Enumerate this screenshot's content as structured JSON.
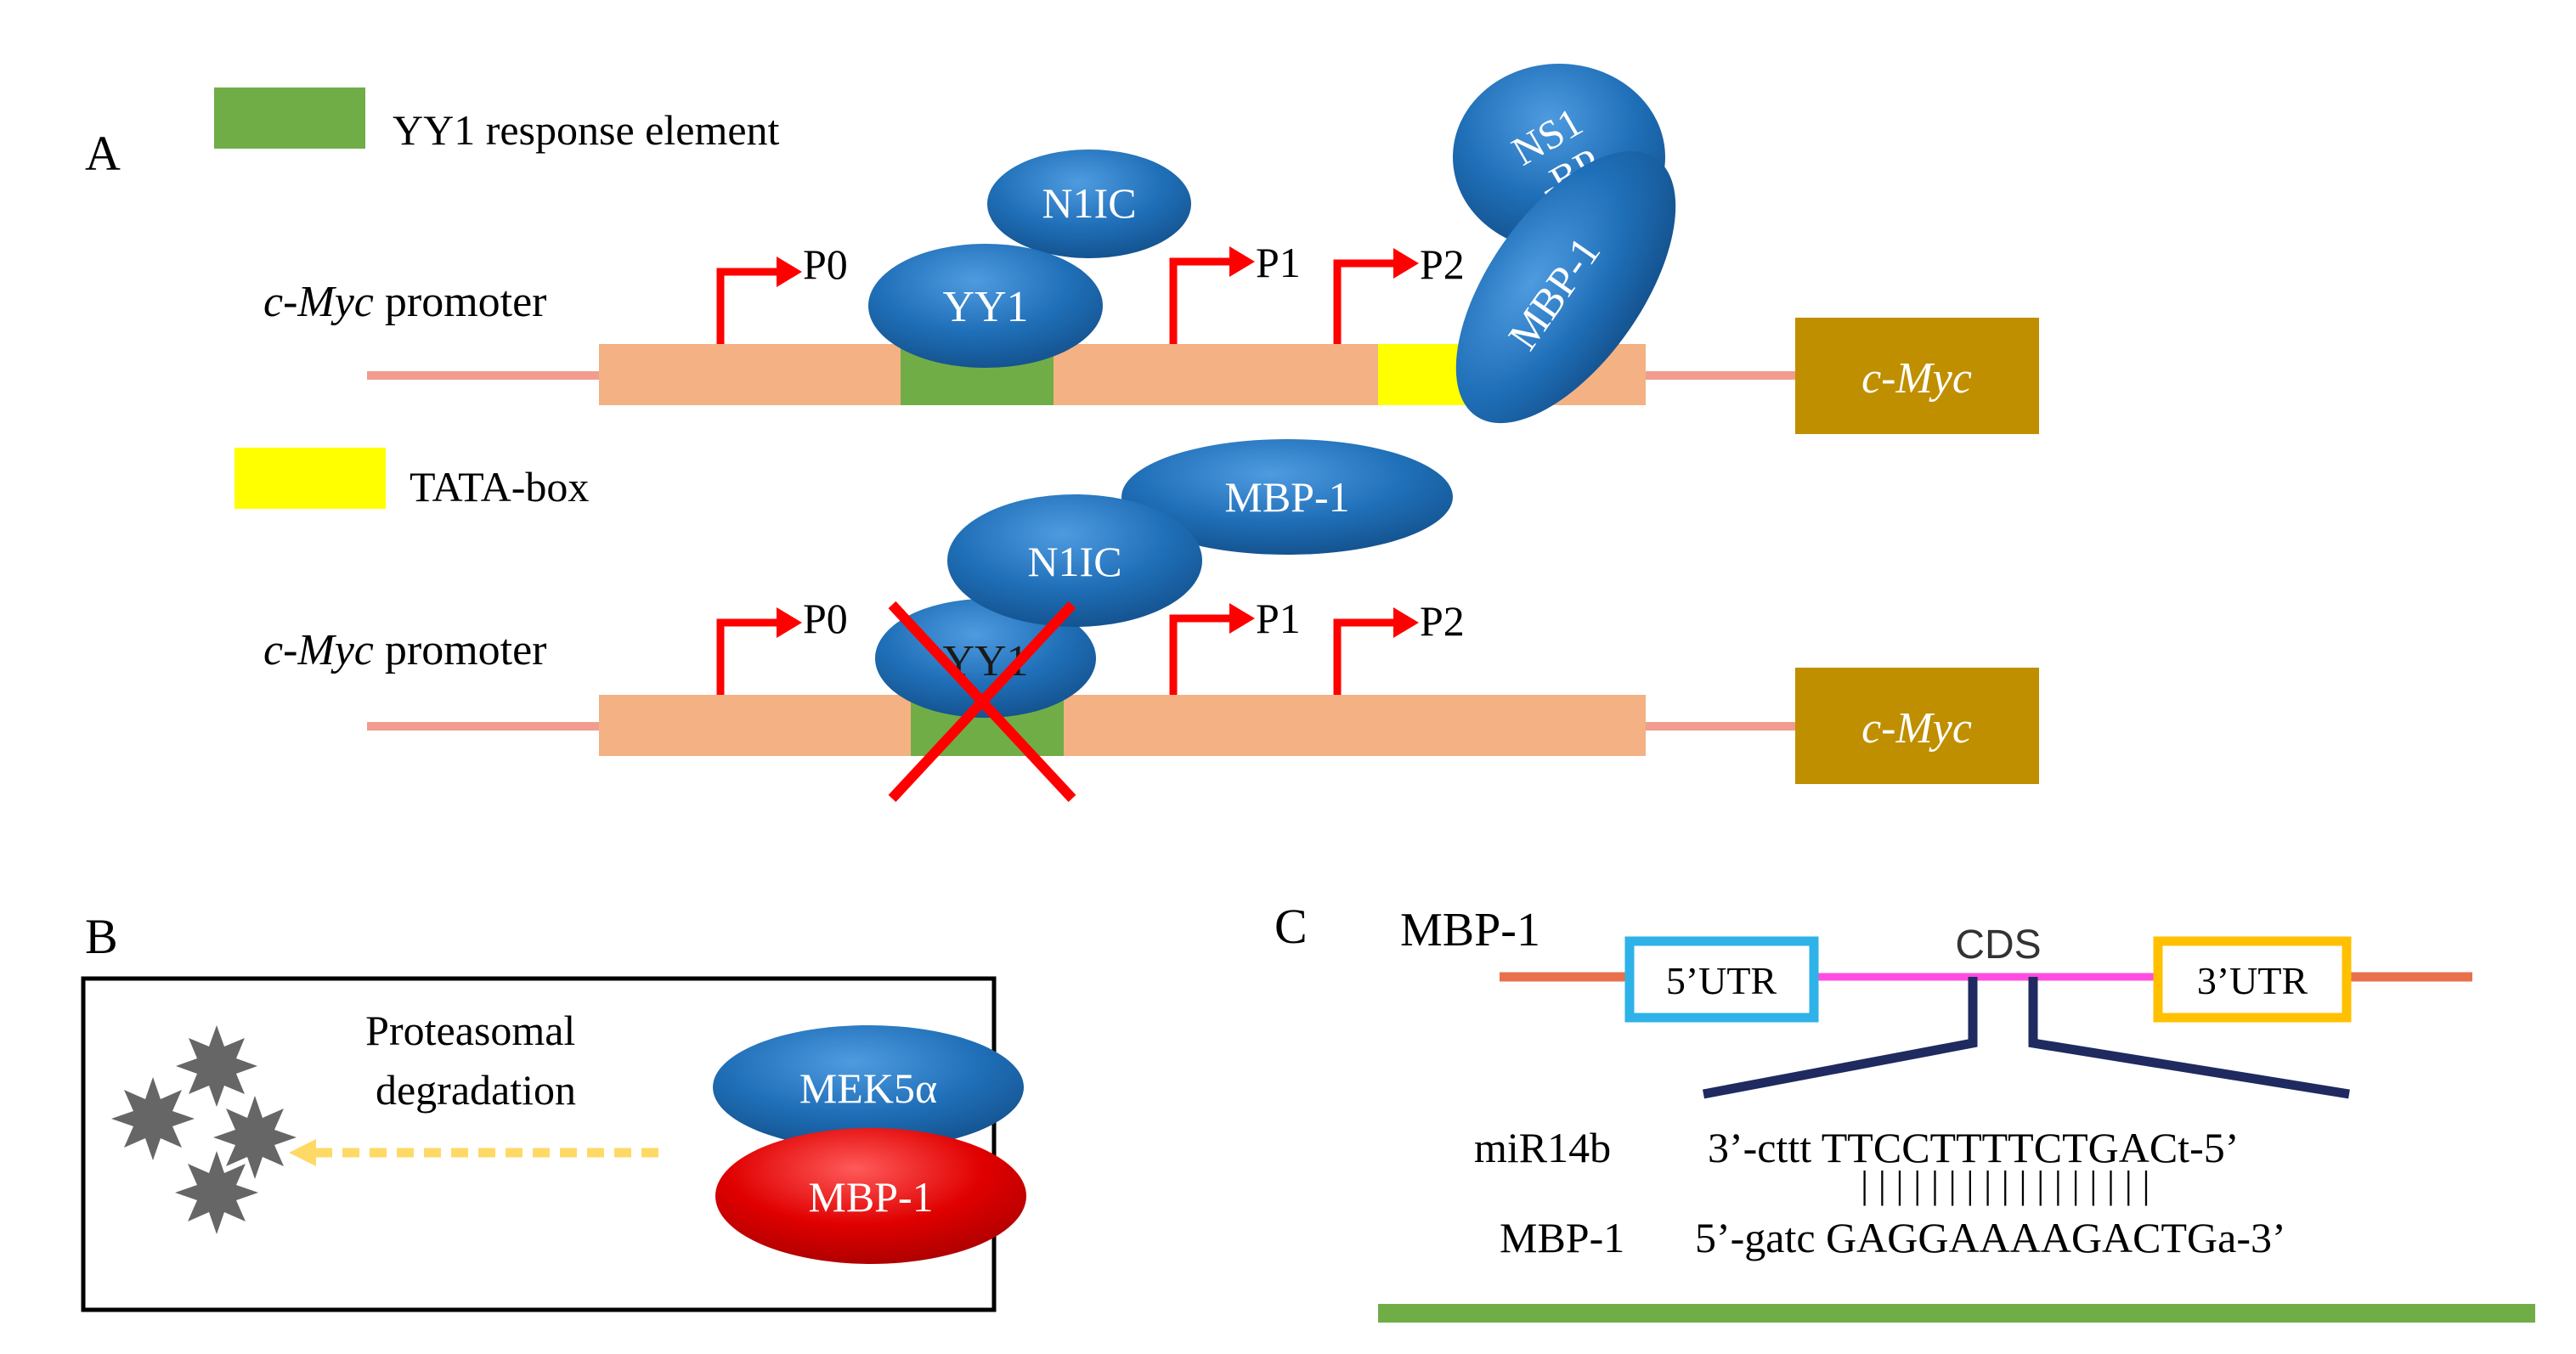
{
  "panel_labels": {
    "a": "A",
    "b": "B",
    "c": "C"
  },
  "legend": {
    "yy1_response_element": "YY1 response element",
    "tata_box": "TATA-box"
  },
  "panel_a": {
    "promoter_label_italic": "c-Myc",
    "promoter_label_rest": " promoter",
    "gene_label": "c-Myc",
    "promoters": [
      "P0",
      "P1",
      "P2"
    ],
    "top_proteins": {
      "n1ic": "N1IC",
      "yy1": "YY1",
      "ns1bp_line1": "NS1",
      "ns1bp_line2": "-BP",
      "mbp1": "MBP-1"
    },
    "bottom_proteins": {
      "mbp1": "MBP-1",
      "n1ic": "N1IC",
      "yy1": "YY1"
    }
  },
  "panel_b": {
    "degradation_line1": "Proteasomal",
    "degradation_line2": "degradation",
    "mek5a": "MEK5α",
    "mbp1": "MBP-1"
  },
  "panel_c": {
    "gene": "MBP-1",
    "utr5": "5’UTR",
    "cds": "CDS",
    "utr3": "3’UTR",
    "mirna_label": "miR14b",
    "mirna_seq": "3’-cttt TTCCTTTTCTGACt-5’",
    "mrna_label": "MBP-1",
    "mrna_seq": "5’-gatc GAGGAAAAGACTGa-3’",
    "pairing": "| | | | | | | | | | | | | | | | |"
  },
  "colors": {
    "promoter_body": "#f4b183",
    "dna_line": "#f19c8f",
    "yy1_element": "#70ad47",
    "tata_box": "#ffff00",
    "gene_box": "#bf8f00",
    "protein_blue": "#1f6fb8",
    "protein_red": "#e00000",
    "tss_arrow": "#ff0000",
    "cross": "#ff0000",
    "utr5_border": "#2eb2e8",
    "utr3_border": "#ffc000",
    "cds_line": "#ff4de1",
    "mrna_line": "#e8714b",
    "binding_lines": "#1f2a60",
    "green_bar": "#70ad47",
    "degradation_arrow": "#ffd966",
    "proteasome": "#666666"
  }
}
